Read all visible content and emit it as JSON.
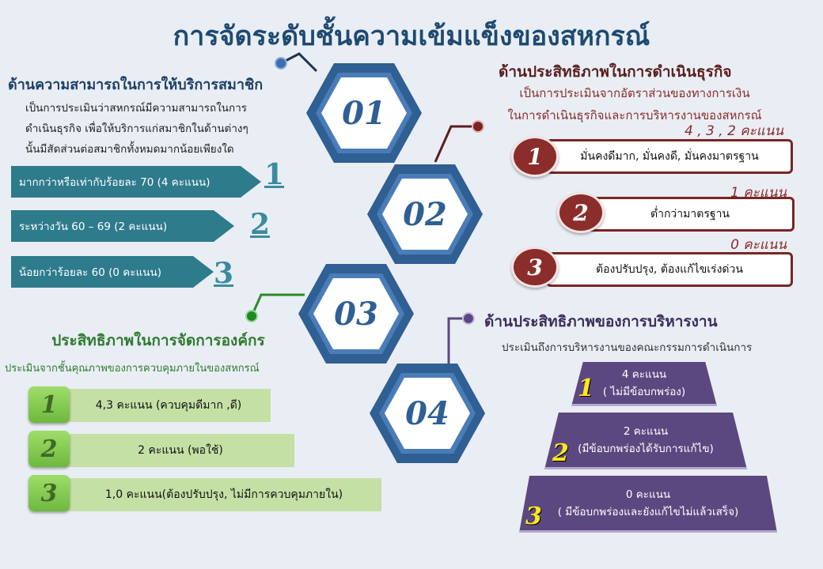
{
  "title": "การจัดระดับชั้นความเข้มแข็งของสหกรณ์",
  "hexagons": [
    {
      "label": "01"
    },
    {
      "label": "02"
    },
    {
      "label": "03"
    },
    {
      "label": "04"
    }
  ],
  "section1": {
    "title": "ด้านความสามารถในการให้บริการสมาชิก",
    "desc": [
      "เป็นการประเมินว่าสหกรณ์มีความสามารถในการ",
      "ดำเนินธุรกิจ  เพื่อให้บริการแก่สมาชิกในด้านต่างๆ",
      "นั้นมีสัดส่วนต่อสมาชิกทั้งหมดมากน้อยเพียงใด"
    ],
    "levels": [
      {
        "text": "มากกว่าหรือเท่ากับร้อยละ  70 (4 คะแนน)",
        "num": "1"
      },
      {
        "text": "ระหว่างวัน 60 – 69 (2 คะแนน)",
        "num": "2"
      },
      {
        "text": "น้อยกว่าร้อยละ  60 (0 คะแนน)",
        "num": "3"
      }
    ],
    "color": "#2e7b8c"
  },
  "section2": {
    "title": "ด้านประสิทธิภาพในการดำเนินธุรกิจ",
    "desc": [
      "เป็นการประเมินจากอัตราส่วนของทางการเงิน",
      "ในการดำเนินธุรกิจและการบริหารงานของสหกรณ์"
    ],
    "levels": [
      {
        "score": "4 , 3 , 2 คะแนน",
        "text": "มั่นคงดีมาก, มั่นคงดี, มั่นคงมาตรฐาน",
        "num": "1"
      },
      {
        "score": "1 คะแนน",
        "text": "ต่ำกว่ามาตรฐาน",
        "num": "2"
      },
      {
        "score": "0 คะแนน",
        "text": "ต้องปรับปรุง,  ต้องแก้ไขเร่งด่วน",
        "num": "3"
      }
    ],
    "color": "#8b2d2a"
  },
  "section3": {
    "title": "ประสิทธิภาพในการจัดการองค์กร",
    "desc": "ประเมินจากชั้นคุณภาพของการควบคุมภายในของสหกรณ์",
    "levels": [
      {
        "text": "4,3 คะแนน (ควบคุมดีมาก ,ดี)",
        "num": "1"
      },
      {
        "text": "2 คะแนน (พอใช้)",
        "num": "2"
      },
      {
        "text": "1,0 คะแนน(ต้องปรับปรุง, ไม่มีการควบคุมภายใน)",
        "num": "3"
      }
    ],
    "color": "#6eb83e"
  },
  "section4": {
    "title": "ด้านประสิทธิภาพของการบริหารงาน",
    "desc": "ประเมินถึงการบริหารงานของคณะกรรมการดำเนินการ",
    "levels": [
      {
        "score": "4 คะแนน",
        "text": "( ไม่มีข้อบกพร่อง)",
        "num": "1"
      },
      {
        "score": "2 คะแนน",
        "text": "(มีข้อบกพร่องได้รับการแก้ไข)",
        "num": "2"
      },
      {
        "score": "0 คะแนน",
        "text": "( มีข้อบกพร่องและยังแก้ไขไม่แล้วเสร็จ)",
        "num": "3"
      }
    ],
    "color": "#5c4880"
  }
}
